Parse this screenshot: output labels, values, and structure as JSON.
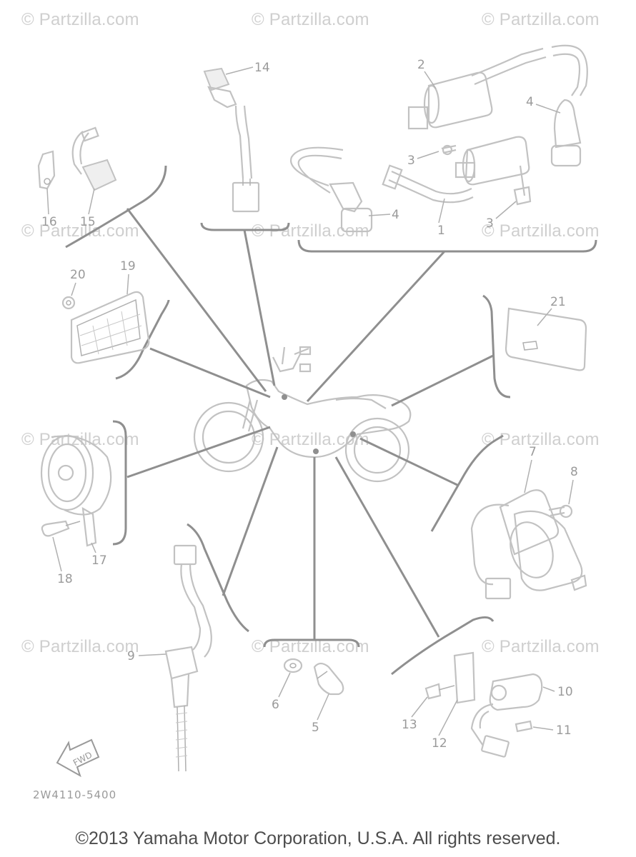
{
  "watermark_text": "© Partzilla.com",
  "watermarks": [
    "© Partzilla.com",
    "© Partzilla.com",
    "© Partzilla.com",
    "© Partzilla.com",
    "© Partzilla.com",
    "© Partzilla.com",
    "© Partzilla.com",
    "© Partzilla.com",
    "© Partzilla.com",
    "© Partzilla.com",
    "© Partzilla.com",
    "© Partzilla.com"
  ],
  "callouts": {
    "c1": "1",
    "c2": "2",
    "c3a": "3",
    "c3b": "3",
    "c4a": "4",
    "c4b": "4",
    "c5": "5",
    "c6": "6",
    "c7": "7",
    "c8": "8",
    "c9": "9",
    "c10": "10",
    "c11": "11",
    "c12": "12",
    "c13": "13",
    "c14": "14",
    "c15": "15",
    "c16": "16",
    "c17": "17",
    "c18": "18",
    "c19": "19",
    "c20": "20",
    "c21": "21"
  },
  "fwd_label": "FWD",
  "diagram_code": "2W4110-5400",
  "copyright": "©2013 Yamaha Motor Corporation, U.S.A. All rights reserved.",
  "colors": {
    "line": "#c2c2c2",
    "leader": "#8f8f8f",
    "watermark": "#cfcfcf",
    "text": "#4d4d4d"
  }
}
